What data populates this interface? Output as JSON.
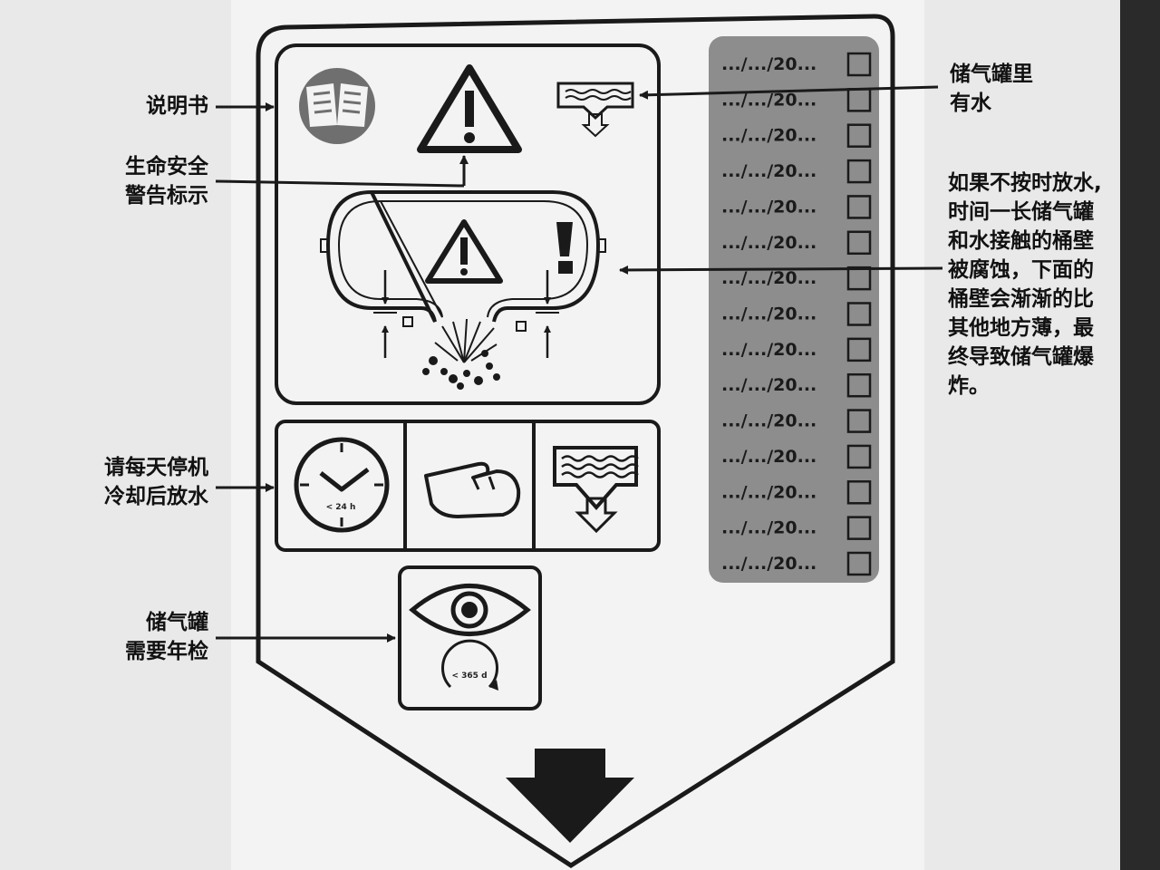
{
  "callouts": {
    "manual": "说明书",
    "safety_warning": [
      "生命安全",
      "警告标示"
    ],
    "daily_drain": [
      "请每天停机",
      "冷却后放水"
    ],
    "annual_inspection": [
      "储气罐",
      "需要年检"
    ],
    "water_in_tank": [
      "储气罐里",
      "有水"
    ],
    "corrosion_explanation": [
      "如果不按时放水,",
      "时间一长储气罐",
      "和水接触的桶壁",
      "被腐蚀，下面的",
      "桶壁会渐渐的比",
      "其他地方薄，最",
      "终导致储气罐爆",
      "炸。"
    ]
  },
  "log": {
    "date_template": ".../.../20...",
    "row_count": 15
  },
  "icons": {
    "clock_label": "< 24 h",
    "inspection_label": "< 365 d"
  },
  "colors": {
    "page": "#e9e9e9",
    "label": "#f3f3f3",
    "log_panel": "#8d8d8d",
    "ink": "#1a1a1a",
    "book_circle": "#6f6f6f"
  }
}
